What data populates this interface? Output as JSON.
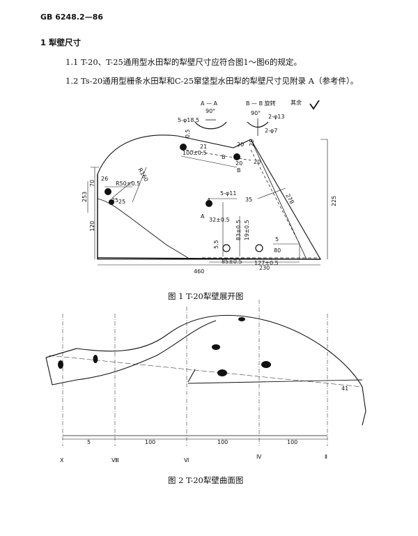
{
  "header": {
    "standard": "GB 6248.2—86"
  },
  "section": {
    "title": "1 犁壁尺寸"
  },
  "paragraphs": [
    "1.1 T-20、T-25通用型水田犁的犁壁尺寸应符合图1～图6的规定。",
    "1.2 Ts-20通用型栅条水田犁和C-25窜垡型水田犁的犁壁尺寸见附录 A（参考件）。"
  ],
  "fig1": {
    "caption": "图 1  T-20犁壁展开图",
    "labels": {
      "sec_a": "A — A",
      "sec_b": "B — B 旋转",
      "other": "其余",
      "hole18": "5-φ18.5",
      "ang90a": "90°",
      "ang90b": "90°",
      "hole13": "2-φ13",
      "hole7": "2-φ7",
      "d05": "0.5",
      "d25": "25",
      "d21": "21",
      "d100": "100±0.5",
      "d20a": "20",
      "d20b": "20",
      "d20c": "20",
      "d70": "70",
      "d253": "253",
      "d120": "120",
      "r160": "R160",
      "r50": "R50±0.5",
      "d26": "26",
      "d25b": "25",
      "d25c": "25",
      "hole11": "5-φ11",
      "d35": "35",
      "d278": "278",
      "d225": "225",
      "d32": "32±0.5",
      "d83": "83±0.5",
      "d19": "19±0.5",
      "d55": "5.5",
      "d5": "5",
      "d80": "80",
      "d85": "85±0.5",
      "d127": "127±0.5",
      "d230": "230",
      "d460": "460",
      "mA1": "A",
      "mA2": "A",
      "mB1": "B",
      "mB2": "B"
    }
  },
  "fig2": {
    "caption": "图 2  T-20犁壁曲面图",
    "labels": {
      "d5": "5",
      "d100a": "100",
      "d100b": "100",
      "d100c": "100",
      "d41": "41",
      "X": "X",
      "VIII": "Ⅷ",
      "VI": "Ⅵ",
      "IV": "Ⅳ",
      "II": "Ⅱ"
    }
  }
}
